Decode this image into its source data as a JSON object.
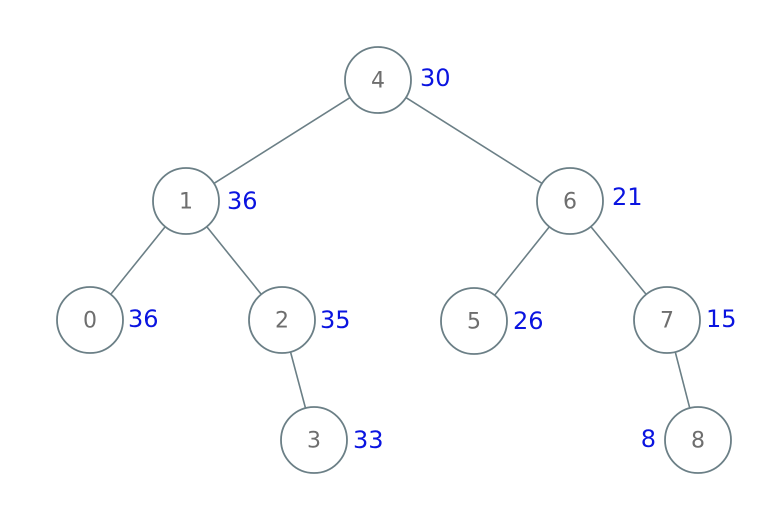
{
  "colors": {
    "edge": "#6b7f86",
    "node_label": "#6e6e6e",
    "value": "#0a14e0"
  },
  "tree": {
    "nodes": [
      {
        "label": "4",
        "value": "30"
      },
      {
        "label": "1",
        "value": "36"
      },
      {
        "label": "6",
        "value": "21"
      },
      {
        "label": "0",
        "value": "36"
      },
      {
        "label": "2",
        "value": "35"
      },
      {
        "label": "5",
        "value": "26"
      },
      {
        "label": "7",
        "value": "15"
      },
      {
        "label": "3",
        "value": "33"
      },
      {
        "label": "8",
        "value": "8"
      }
    ],
    "edges": [
      [
        "4",
        "1"
      ],
      [
        "4",
        "6"
      ],
      [
        "1",
        "0"
      ],
      [
        "1",
        "2"
      ],
      [
        "6",
        "5"
      ],
      [
        "6",
        "7"
      ],
      [
        "2",
        "3"
      ],
      [
        "7",
        "8"
      ]
    ]
  }
}
